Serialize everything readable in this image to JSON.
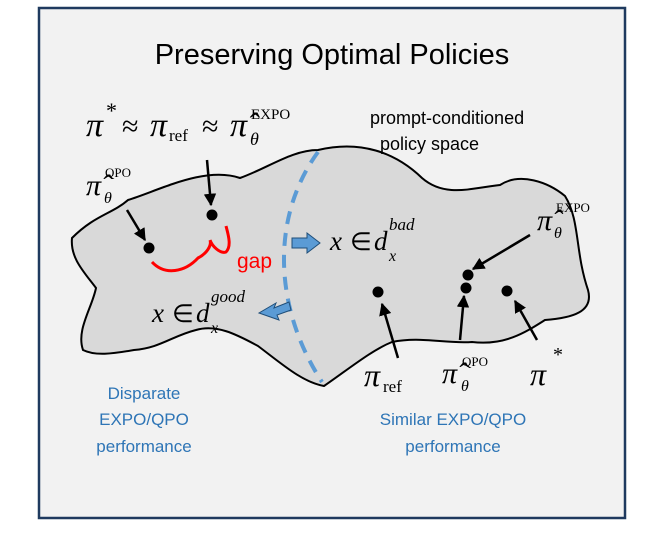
{
  "title": "Preserving Optimal Policies",
  "colors": {
    "frame_bg": "#f2f2f2",
    "frame_border": "#1f3a5f",
    "blob_fill": "#d9d9d9",
    "divider": "#5b9bd5",
    "gap": "#ff0000",
    "caption": "#2e75b6"
  },
  "top_equation": {
    "pi": "π",
    "star": "*",
    "approx1": "≈",
    "pi_ref": "π",
    "ref": "ref",
    "approx2": "≈",
    "pi_hat": "π̂",
    "theta": "θ",
    "expo": "EXPO"
  },
  "space_label": {
    "line1": "prompt-conditioned",
    "line2": "policy space"
  },
  "gap_label": "gap",
  "bad_label": {
    "x": "x",
    "in": "∈",
    "d": "d",
    "sub": "x",
    "sup": "bad"
  },
  "good_label": {
    "x": "x",
    "in": "∈",
    "d": "d",
    "sub": "x",
    "sup": "good"
  },
  "left_qpo": {
    "pi": "π̂",
    "theta": "θ",
    "sup": "QPO"
  },
  "right_expo": {
    "pi": "π̂",
    "theta": "θ",
    "sup": "EXPO"
  },
  "right_qpo": {
    "pi": "π̂",
    "theta": "θ",
    "sup": "QPO"
  },
  "pi_ref_label": {
    "pi": "π",
    "sub": "ref"
  },
  "pi_star_label": {
    "pi": "π",
    "sup": "*"
  },
  "disparate_caption": [
    "Disparate",
    "EXPO/QPO",
    "performance"
  ],
  "similar_caption": [
    "Similar EXPO/QPO",
    "performance"
  ]
}
